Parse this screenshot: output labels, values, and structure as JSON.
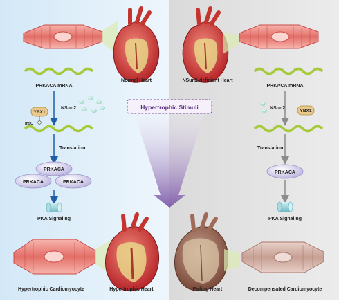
{
  "left": {
    "normal_heart": "Normal Heart",
    "mrna": "PRKACA mRNA",
    "ybx1": "YBX1",
    "m5c": "m5C",
    "nsun2": "NSun2",
    "translation": "Translation",
    "protein_top": "PRKACA",
    "protein_left": "PRKACA",
    "protein_right": "PRKACA",
    "pka": "PKA Signaling",
    "cardiomyocyte": "Hypertrophic Cardiomyocyte",
    "heart_bottom": "Hypertrophic Heart"
  },
  "right": {
    "deficient_heart": "NSun2-deficient Heart",
    "mrna": "PRKACA mRNA",
    "nsun2": "NSun2",
    "ybx1": "YBX1",
    "translation": "Translation",
    "protein": "PRKACA",
    "pka": "PKA Signaling",
    "heart_bottom": "Failing Heart",
    "cardiomyocyte": "Decompensated Cardiomyocyte"
  },
  "center": {
    "stimuli": "Hypertrophic Stimuli"
  },
  "colors": {
    "left_bg": "#dcecf8",
    "right_bg": "#e3e3e3",
    "arrow_blue": "#1f5fa8",
    "arrow_gray": "#8c8c8c",
    "mrna_green": "#a6c93a",
    "stimuli_purple": "#7b4ca0"
  }
}
